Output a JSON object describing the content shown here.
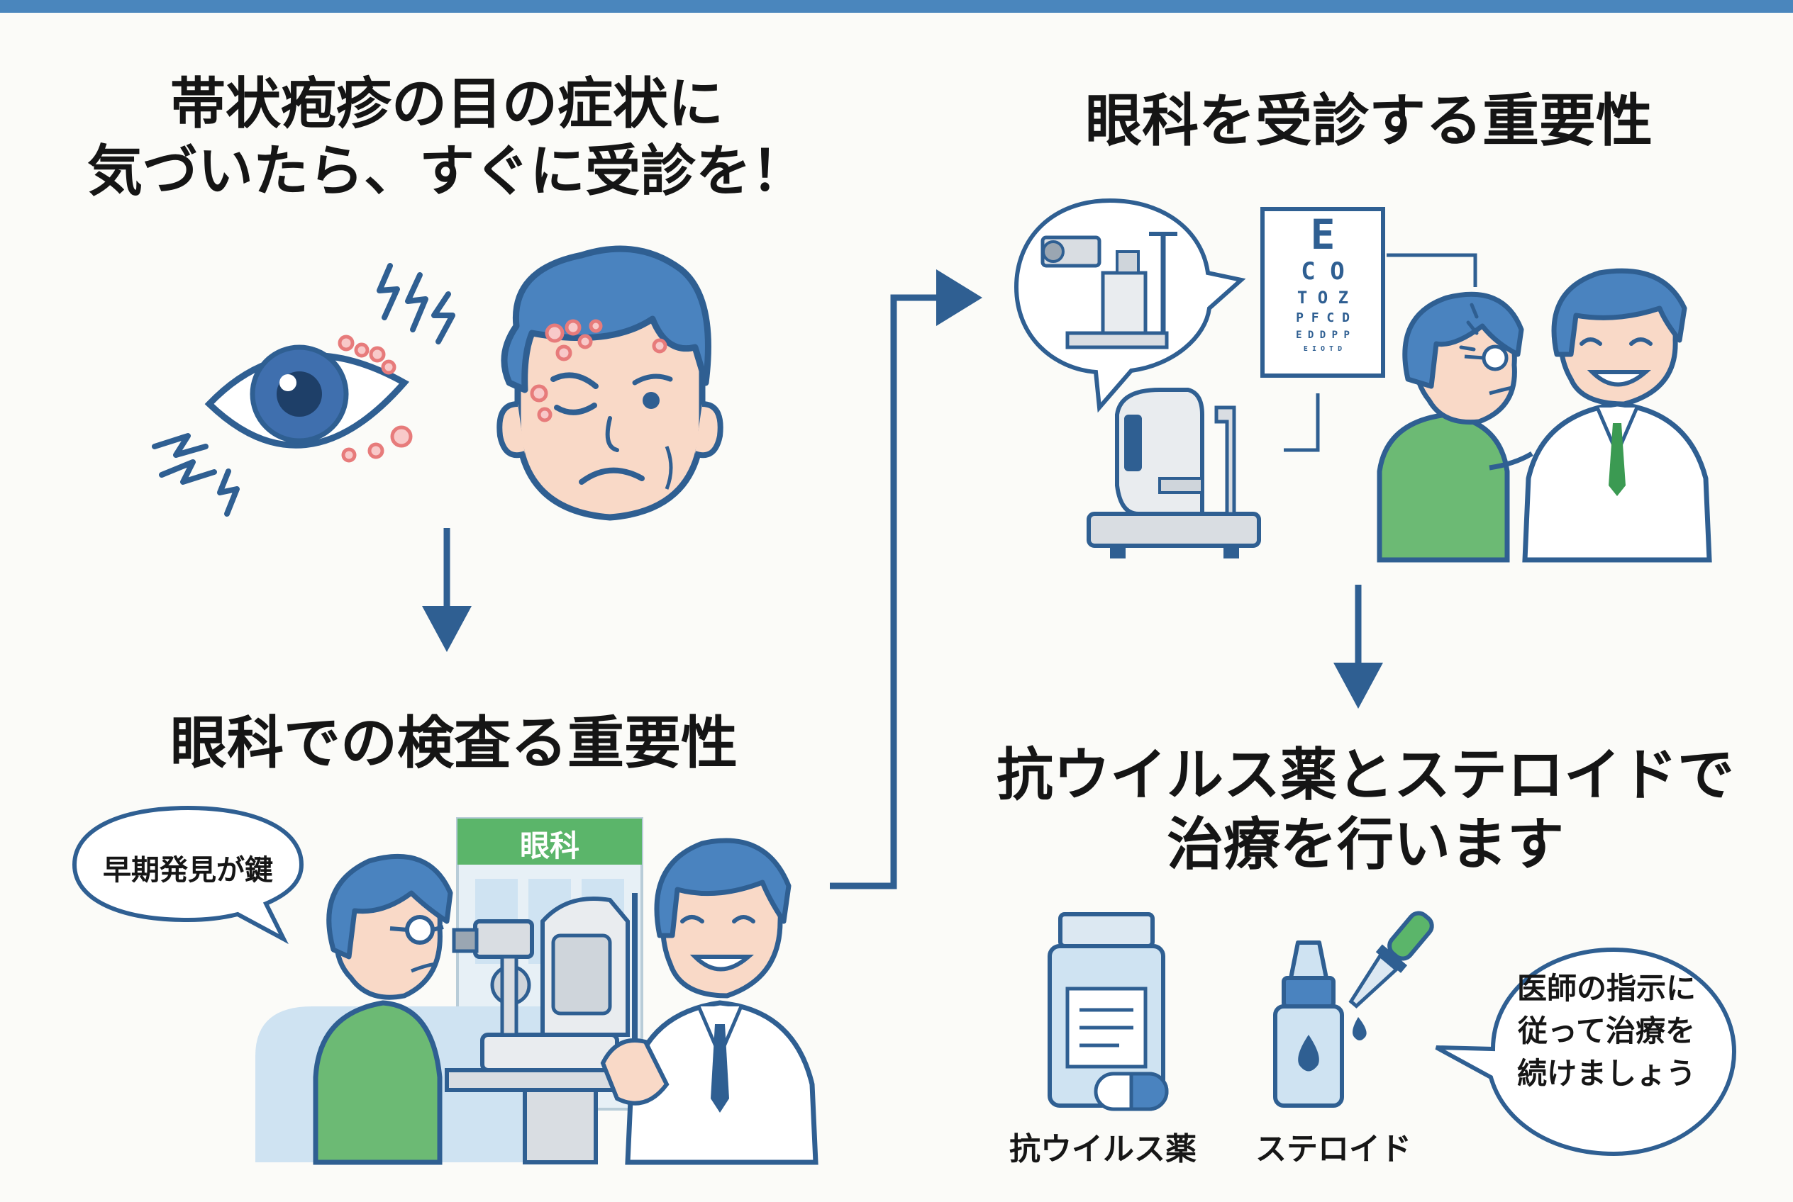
{
  "colors": {
    "accent_blue": "#2f5f92",
    "hair_blue": "#4a83bf",
    "skin": "#f9d9c7",
    "rash": "#e77b7b",
    "green_shirt": "#6cba74",
    "clinic_green": "#5bb56a",
    "light_blue": "#cfe3f2",
    "gray": "#d9dde2"
  },
  "icons": [
    "eye-icon",
    "pain-bolt-icon",
    "sick-face-icon",
    "patient-icon",
    "doctor-icon",
    "slit-lamp-icon",
    "eye-chart-icon",
    "autorefractor-icon",
    "medicine-bottle-icon",
    "capsule-icon",
    "eye-drop-bottle-icon",
    "dropper-icon",
    "arrow-down-icon",
    "connector-arrow-icon"
  ],
  "section1": {
    "title_line1": "帯状疱疹の目の症状に",
    "title_line2": "気づいたら、すぐに受診を！"
  },
  "section2": {
    "title": "眼科での検査る重要性",
    "clinic_sign": "眼科",
    "bubble": "早期発見が鍵"
  },
  "section3": {
    "title": "眼科を受診する重要性",
    "chart_rows": [
      "E",
      "C O",
      "T O Z",
      "P F C D",
      "E D D P P",
      "E I O T D"
    ]
  },
  "section4": {
    "title_line1": "抗ウイルス薬とステロイドで",
    "title_line2": "治療を行います",
    "label_antiviral": "抗ウイルス薬",
    "label_steroid": "ステロイド",
    "bubble_line1": "医師の指示に",
    "bubble_line2": "従って治療を",
    "bubble_line3": "続けましょう"
  }
}
